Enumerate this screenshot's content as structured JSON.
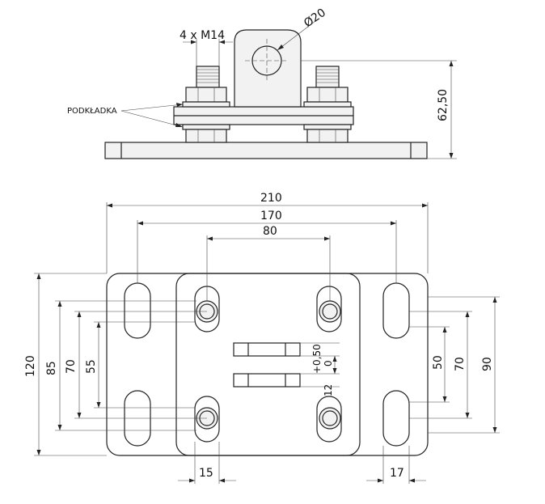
{
  "top_view": {
    "bolt_spec": "4 x M14",
    "hole_diameter": "Ø20",
    "washer_label": "PODKŁADKA",
    "height": "62,50"
  },
  "plan_view": {
    "width_total": "210",
    "width_slots": "170",
    "width_studs": "80",
    "height_total": "120",
    "height_85": "85",
    "height_70_left": "70",
    "height_55": "55",
    "tol_plus": "+0,50",
    "tol_zero": "0",
    "dim_12": "12",
    "height_50": "50",
    "height_70_right": "70",
    "height_90": "90",
    "dim_15": "15",
    "dim_17": "17"
  }
}
